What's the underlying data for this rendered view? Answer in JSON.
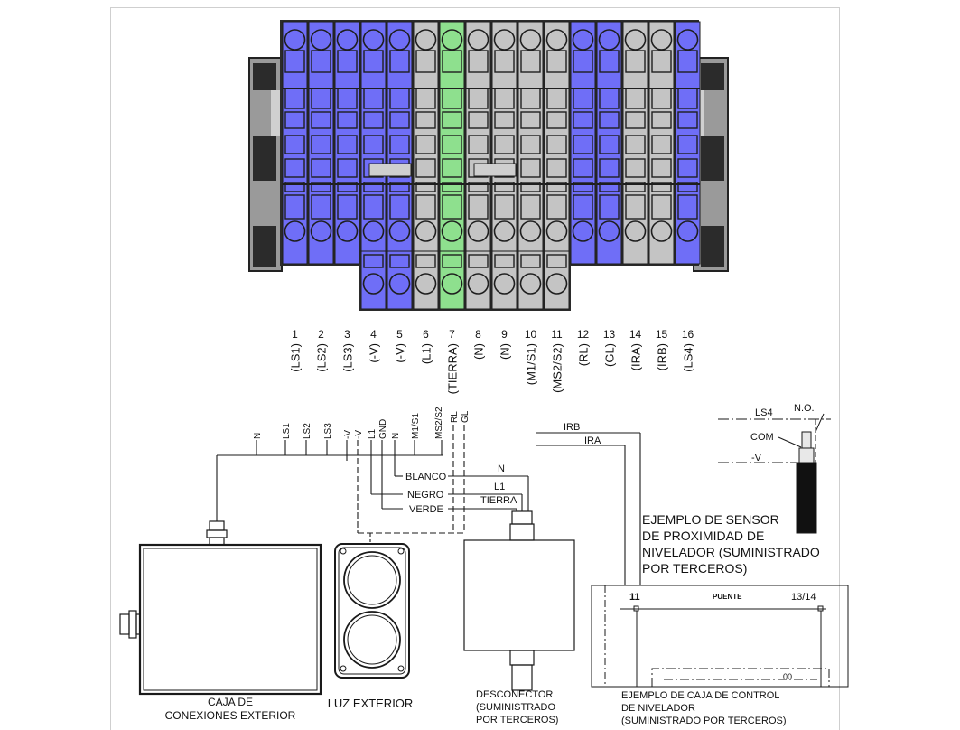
{
  "terminal_block": {
    "terminals": [
      {
        "num": "1",
        "label": "(LS1)",
        "color": "blue"
      },
      {
        "num": "2",
        "label": "(LS2)",
        "color": "blue"
      },
      {
        "num": "3",
        "label": "(LS3)",
        "color": "blue"
      },
      {
        "num": "4",
        "label": "(-V)",
        "color": "blue"
      },
      {
        "num": "5",
        "label": "(-V)",
        "color": "blue"
      },
      {
        "num": "6",
        "label": "(L1)",
        "color": "gray"
      },
      {
        "num": "7",
        "label": "(TIERRA)",
        "color": "green"
      },
      {
        "num": "8",
        "label": "(N)",
        "color": "gray"
      },
      {
        "num": "9",
        "label": "(N)",
        "color": "gray"
      },
      {
        "num": "10",
        "label": "(M1/S1)",
        "color": "gray"
      },
      {
        "num": "11",
        "label": "(MS2/S2)",
        "color": "gray"
      },
      {
        "num": "12",
        "label": "(RL)",
        "color": "blue"
      },
      {
        "num": "13",
        "label": "(GL)",
        "color": "blue"
      },
      {
        "num": "14",
        "label": "(IRA)",
        "color": "gray"
      },
      {
        "num": "15",
        "label": "(IRB)",
        "color": "gray"
      },
      {
        "num": "16",
        "label": "(LS4)",
        "color": "blue"
      }
    ]
  },
  "harness_labels": [
    "N",
    "LS1",
    "LS2",
    "LS3",
    "-V",
    "-V",
    "L1",
    "GND",
    "N",
    "M1/S1",
    "MS2/S2",
    "RL",
    "GL"
  ],
  "wire_labels": {
    "blanco": "BLANCO",
    "negro": "NEGRO",
    "verde": "VERDE",
    "n": "N",
    "l1": "L1",
    "tierra": "TIERRA",
    "irb": "IRB",
    "ira": "IRA"
  },
  "sensor": {
    "ls4": "LS4",
    "no": "N.O.",
    "com": "COM",
    "v": "-V",
    "caption": [
      "EJEMPLO DE SENSOR",
      "DE PROXIMIDAD DE",
      "NIVELADOR (SUMINISTRADO",
      "POR TERCEROS)"
    ]
  },
  "control_box": {
    "t11": "11",
    "puente": "PUENTE",
    "t1314": "13/14",
    "oo": "00",
    "caption": [
      "EJEMPLO DE CAJA DE CONTROL",
      "DE NIVELADOR",
      "(SUMINISTRADO POR TERCEROS)"
    ]
  },
  "captions": {
    "caja": [
      "CAJA DE",
      "CONEXIONES EXTERIOR"
    ],
    "luz": [
      "LUZ EXTERIOR"
    ],
    "desconector": [
      "DESCONECTOR",
      "(SUMINISTRADO",
      "POR TERCEROS)"
    ]
  },
  "colors": {
    "blue": "#6f6ef7",
    "blue_dark": "#3a3ab4",
    "gray": "#c4c4c4",
    "gray_dark": "#6e6e6e",
    "green": "#8ee08e",
    "green_dark": "#3c9a3c",
    "line": "#1a1a1a"
  }
}
